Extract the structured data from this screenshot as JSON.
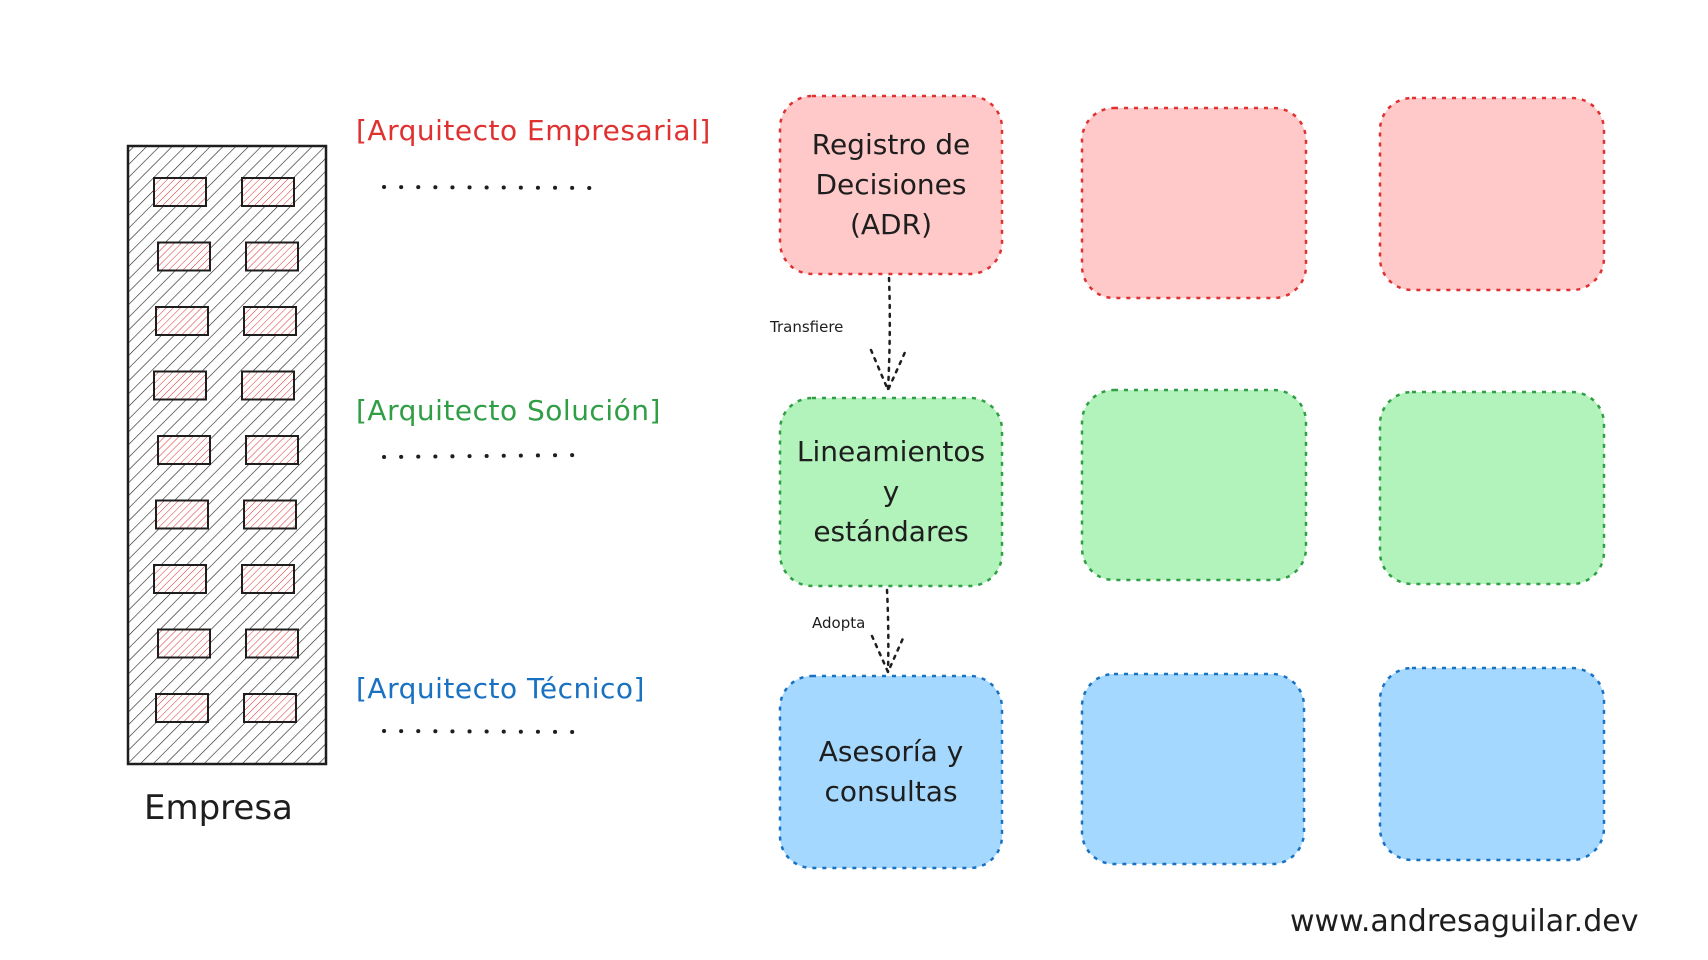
{
  "building": {
    "label": "Empresa",
    "window_rows": 9,
    "window_cols": 2,
    "outline_color": "#1e1e1e",
    "window_color": "#e03131"
  },
  "roles": [
    {
      "label": "[Arquitecto Empresarial]",
      "color": "#e03131"
    },
    {
      "label": "[Arquitecto Solución]",
      "color": "#2f9e44"
    },
    {
      "label": "[Arquitecto Técnico]",
      "color": "#1971c2"
    }
  ],
  "rows": [
    {
      "fill": "#ffc9c9",
      "stroke": "#e03131",
      "boxes": [
        {
          "text": "Registro de\nDecisiones\n(ADR)"
        },
        {
          "text": ""
        },
        {
          "text": ""
        }
      ]
    },
    {
      "fill": "#b2f2bb",
      "stroke": "#2f9e44",
      "boxes": [
        {
          "text": "Lineamientos\ny\nestándares"
        },
        {
          "text": ""
        },
        {
          "text": ""
        }
      ]
    },
    {
      "fill": "#a5d8ff",
      "stroke": "#1971c2",
      "boxes": [
        {
          "text": "Asesoría y\nconsultas"
        },
        {
          "text": ""
        },
        {
          "text": ""
        }
      ]
    }
  ],
  "edges": [
    {
      "label": "Transfiere"
    },
    {
      "label": "Adopta"
    }
  ],
  "footer": {
    "text": "www.andresaguilar.dev"
  }
}
